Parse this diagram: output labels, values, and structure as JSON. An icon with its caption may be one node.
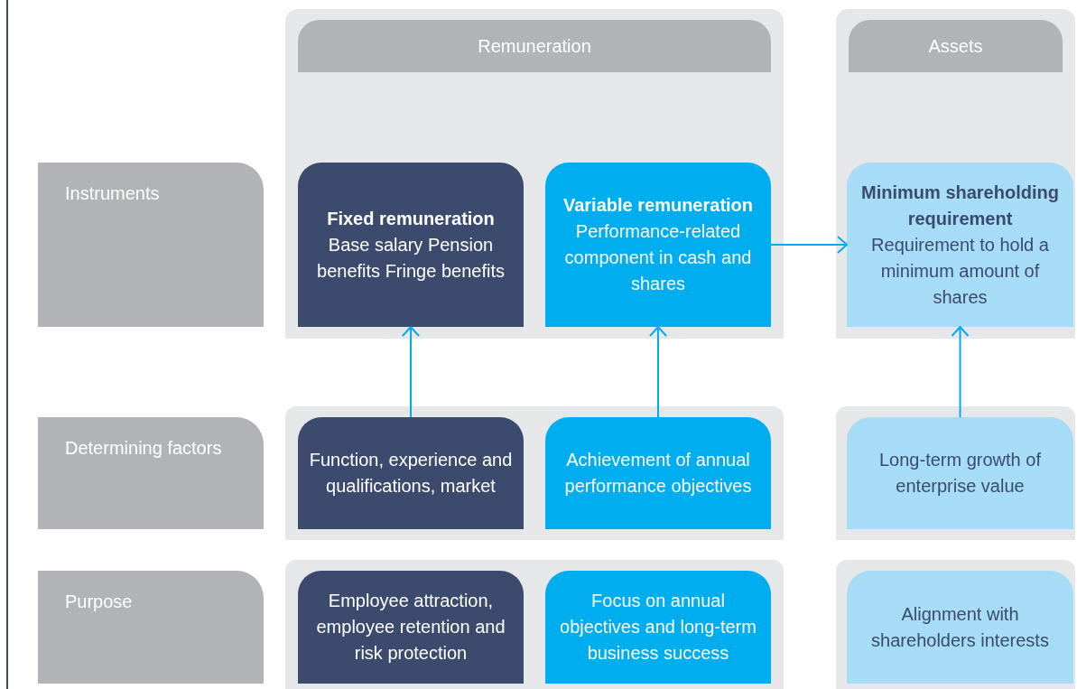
{
  "diagram": {
    "nodes": [
      {
        "text": [
          "Remuneration"
        ]
      },
      {
        "text": [
          "Assets"
        ]
      },
      {
        "text": [
          "Instruments"
        ]
      },
      {
        "text": [
          "Fixed remuneration",
          "Base salary Pension benefits Fringe benefits"
        ],
        "in": 0
      },
      {
        "text": [
          "Variable remuneration",
          "Performance-related component in cash and shares"
        ],
        "in": 0
      },
      {
        "text": [
          "Minimum shareholding requirement",
          "Requirement to hold a minimum amount of shares"
        ],
        "in": 1
      },
      {
        "text": [
          "Determining factors"
        ]
      },
      {
        "text": [
          "Function, experience and qualifications, market"
        ]
      },
      {
        "text": [
          "Achievement of annual performance objectives"
        ]
      },
      {
        "text": [
          "Long-term growth of enterprise value"
        ]
      },
      {
        "text": [
          "Purpose"
        ]
      },
      {
        "text": [
          "Employee attraction, employee retention and risk protection"
        ]
      },
      {
        "text": [
          "Focus on annual objectives and long-term business success"
        ]
      },
      {
        "text": [
          "Alignment with shareholders interests"
        ]
      }
    ],
    "edges": [
      {
        "from": 4,
        "to": 5,
        "arrow": "to"
      },
      {
        "from": 7,
        "to": 3,
        "arrow": "to"
      },
      {
        "from": 8,
        "to": 4,
        "arrow": "to"
      },
      {
        "from": 9,
        "to": 5,
        "arrow": "to"
      }
    ]
  }
}
